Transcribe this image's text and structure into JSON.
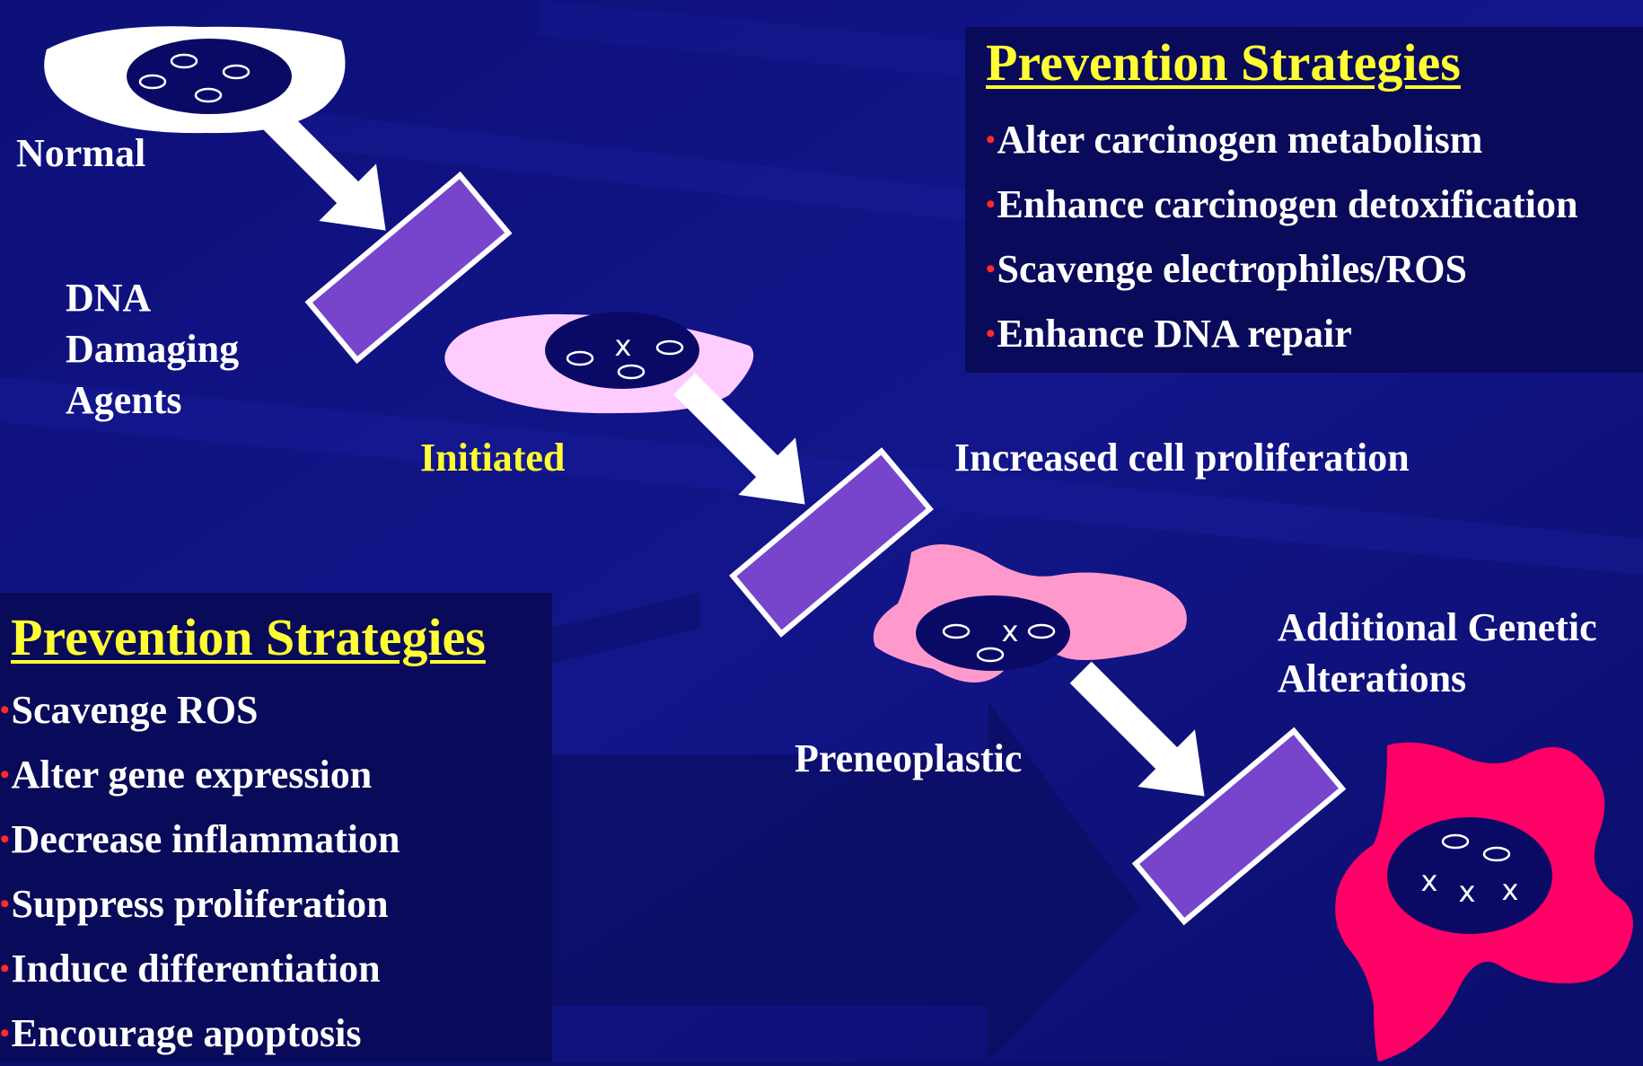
{
  "stages": {
    "normal": "Normal",
    "initiated": "Initiated",
    "preneoplastic": "Preneoplastic"
  },
  "agents": [
    "DNA",
    "Damaging",
    "Agents"
  ],
  "transitions": {
    "proliferation": "Increased cell proliferation",
    "genetic": [
      "Additional Genetic",
      "Alterations"
    ]
  },
  "strategies_top": {
    "title": "Prevention Strategies",
    "items": [
      "Alter carcinogen metabolism",
      "Enhance carcinogen detoxification",
      "Scavenge electrophiles/ROS",
      "Enhance DNA repair"
    ]
  },
  "strategies_bottom": {
    "title": "Prevention Strategies",
    "items": [
      "Scavenge ROS",
      "Alter gene expression",
      "Decrease inflammation",
      "Suppress proliferation",
      "Induce differentiation",
      "Encourage apoptosis"
    ]
  },
  "mutation_mark": "x",
  "bullet": "•",
  "colors": {
    "background": "#0c0e6e",
    "box": "#0a0a5a",
    "normal_cell": "#ffffff",
    "initiated_cell": "#ffccff",
    "preneoplastic_cell": "#ff99cc",
    "tumor_cell": "#ff0066",
    "nucleus": "#0a0a66",
    "block": "#7744cc",
    "heading": "#ffff33",
    "bullet": "#ff2a2a"
  }
}
